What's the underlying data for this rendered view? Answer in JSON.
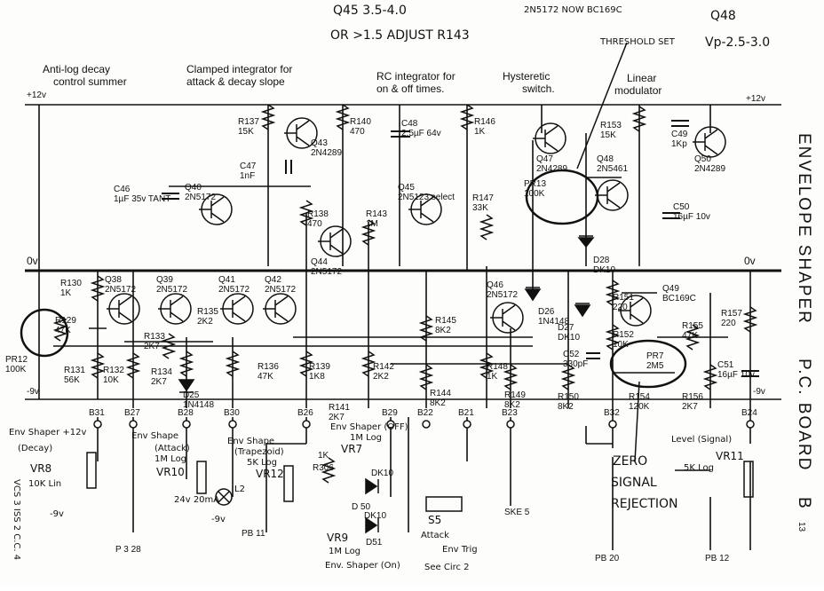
{
  "header": {
    "note_q45_range": "Q45  3.5-4.0",
    "note_adjust": "OR >1.5  ADJUST R143",
    "note_q47": "2N5172 NOW BC169C",
    "note_q48": "Q48",
    "note_vp": "Vp-2.5-3.0",
    "note_threshold": "THRESHOLD SET"
  },
  "sections": {
    "anti_log": "Anti-log decay",
    "anti_log_2": "control summer",
    "clamped": "Clamped integrator for",
    "clamped_2": "attack & decay slope",
    "rc": "RC integrator for",
    "rc_2": "on & off times.",
    "hyst": "Hysteretic",
    "hyst_2": "switch.",
    "linear": "Linear",
    "linear_2": "modulator"
  },
  "title": {
    "side_1": "ENVELOPE SHAPER",
    "side_2": "P.C. BOARD",
    "board_id": "B",
    "board_num": "13"
  },
  "rails": {
    "plus12_left": "+12v",
    "plus12_right": "+12v",
    "zero_left": "0v",
    "zero_right": "0v",
    "minus9_left": "-9v",
    "minus9_right": "-9v"
  },
  "components": [
    {
      "ref": "R137",
      "val": "15K"
    },
    {
      "ref": "Q43",
      "val": "2N4289"
    },
    {
      "ref": "C47",
      "val": "1nF"
    },
    {
      "ref": "R140",
      "val": "470"
    },
    {
      "ref": "C48",
      "val": "2.5µF 64v"
    },
    {
      "ref": "R146",
      "val": "1K"
    },
    {
      "ref": "R153",
      "val": "15K"
    },
    {
      "ref": "C49",
      "val": "1Kp"
    },
    {
      "ref": "Q50",
      "val": "2N4289"
    },
    {
      "ref": "C46",
      "val": "1µF 35v TANT"
    },
    {
      "ref": "Q40",
      "val": "2N5172"
    },
    {
      "ref": "R138",
      "val": "470"
    },
    {
      "ref": "Q44",
      "val": "2N5172"
    },
    {
      "ref": "R143",
      "val": "1M"
    },
    {
      "ref": "Q45",
      "val": "2N5123 select"
    },
    {
      "ref": "R147",
      "val": "33K"
    },
    {
      "ref": "PR13",
      "val": "100K"
    },
    {
      "ref": "Q47",
      "val": "2N4289"
    },
    {
      "ref": "Q48",
      "val": "2N5461"
    },
    {
      "ref": "C50",
      "val": "16µF 10v"
    },
    {
      "ref": "D28",
      "val": "DK10"
    },
    {
      "ref": "R130",
      "val": "1K"
    },
    {
      "ref": "R129",
      "val": "47K"
    },
    {
      "ref": "PR12",
      "val": "100K"
    },
    {
      "ref": "R131",
      "val": "56K"
    },
    {
      "ref": "Q38",
      "val": "2N5172"
    },
    {
      "ref": "Q39",
      "val": "2N5172"
    },
    {
      "ref": "R133",
      "val": "2K7"
    },
    {
      "ref": "R132",
      "val": "10K"
    },
    {
      "ref": "R134",
      "val": "2K7"
    },
    {
      "ref": "D25",
      "val": "1N4148"
    },
    {
      "ref": "R135",
      "val": "2K2"
    },
    {
      "ref": "Q41",
      "val": "2N5172"
    },
    {
      "ref": "Q42",
      "val": "2N5172"
    },
    {
      "ref": "R136",
      "val": "47K"
    },
    {
      "ref": "R139",
      "val": "1K8"
    },
    {
      "ref": "R141",
      "val": "2K7"
    },
    {
      "ref": "R142",
      "val": "2K2"
    },
    {
      "ref": "R145",
      "val": "8K2"
    },
    {
      "ref": "R144",
      "val": "8K2"
    },
    {
      "ref": "Q46",
      "val": "2N5172"
    },
    {
      "ref": "D26",
      "val": "1N4148"
    },
    {
      "ref": "R148",
      "val": "1K"
    },
    {
      "ref": "R149",
      "val": "8K2"
    },
    {
      "ref": "D27",
      "val": "DK10"
    },
    {
      "ref": "C52",
      "val": "330pF"
    },
    {
      "ref": "R150",
      "val": "8K2"
    },
    {
      "ref": "R151",
      "val": "220"
    },
    {
      "ref": "Q49",
      "val": "BC169C"
    },
    {
      "ref": "R152",
      "val": "10K"
    },
    {
      "ref": "PR7",
      "val": "2M5"
    },
    {
      "ref": "R154",
      "val": "120K"
    },
    {
      "ref": "R155",
      "val": "47K"
    },
    {
      "ref": "R156",
      "val": "2K7"
    },
    {
      "ref": "R157",
      "val": "220"
    },
    {
      "ref": "C51",
      "val": "16µF 10v"
    }
  ],
  "board_pins": [
    "B31",
    "B27",
    "B28",
    "B30",
    "B26",
    "B29",
    "B22",
    "B21",
    "B23",
    "B32",
    "B24"
  ],
  "panel": {
    "vr8_title": "Env Shaper +12v",
    "vr8_sub": "(Decay)",
    "vr8": "VR8",
    "vr8_val": "10K Lin",
    "vr8_neg": "-9v",
    "side_note": "VCS 3 ISS 2 C.C. 4",
    "vr10_title": "Env Shape",
    "vr10_sub": "(Attack)",
    "vr10_val": "1M Log",
    "vr10": "VR10",
    "lamp": "24v 20mA",
    "l2": "L2",
    "lamp_neg": "-9v",
    "vr12_title": "Env Shape",
    "vr12_sub": "(Trapezoid)",
    "vr12_val": "5K Log",
    "vr12": "VR12",
    "r306": "R306",
    "r306_val": "1K",
    "vr7_title": "Env Shaper (OFF)",
    "vr7_val": "1M Log",
    "vr7": "VR7",
    "d50": "D 50",
    "d50_val": "DK10",
    "d51": "D51",
    "d51_val": "DK10",
    "vr9": "VR9",
    "vr9_val": "1M Log",
    "vr9_title": "Env. Shaper (On)",
    "s5": "S5",
    "s5_attack": "Attack",
    "s5_trig": "Env Trig",
    "see_circ": "See Circ 2",
    "ske5": "SKE 5",
    "pb11": "PB 11",
    "pb28": "P 3 28",
    "pb20": "PB 20",
    "pb12": "PB 12",
    "level_title": "Level (Signal)",
    "vr11": "VR11",
    "vr11_val": "5K Log",
    "zero_signal": "ZERO",
    "zero_signal_2": "SIGNAL",
    "zero_signal_3": "REJECTION"
  }
}
